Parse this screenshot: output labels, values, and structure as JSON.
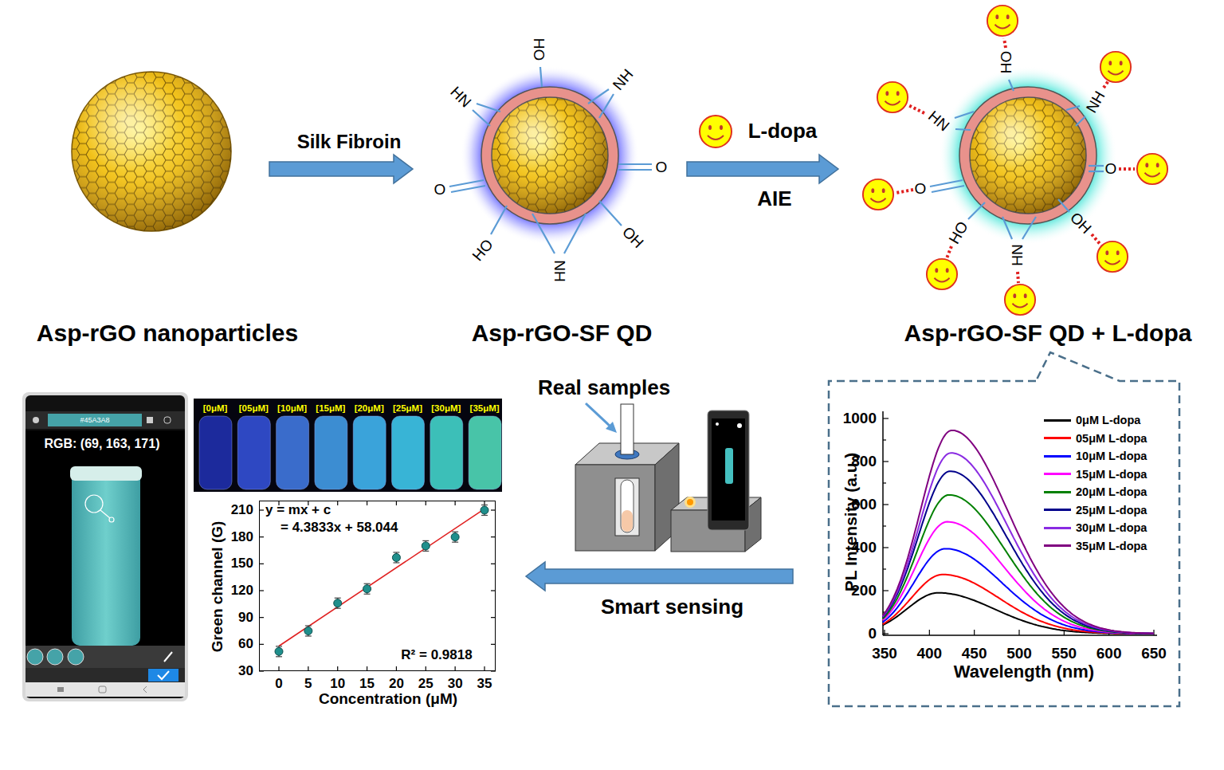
{
  "diagram": {
    "nodes": [
      {
        "text": [
          "Asp-rGO nanoparticles"
        ]
      },
      {
        "text": [
          "Asp-rGO-SF QD"
        ]
      },
      {
        "text": [
          "Asp-rGO-SF QD + L-dopa"
        ]
      },
      {
        "text": [
          "PL Intensity (a.u.)",
          "Wavelength (nm)"
        ]
      },
      {
        "text": [
          "Green channel (G)",
          "Concentration (μM)"
        ]
      }
    ],
    "edges": [
      {
        "from": 0,
        "to": 1,
        "label": "Silk Fibroin",
        "arrow": "to"
      },
      {
        "from": 1,
        "to": 2,
        "label": "AIE",
        "arrow": "to"
      },
      {
        "from": 3,
        "to": 4,
        "label": "Smart sensing",
        "arrow": "to"
      }
    ],
    "labels": [
      "L-dopa",
      "OH",
      "NH",
      "HN",
      "O",
      "O",
      "OH",
      "HO",
      "NH",
      "OH",
      "HN",
      "NH",
      "O",
      "O",
      "OH",
      "HO",
      "NH",
      "Real samples",
      "#45A3A8",
      "RGB: (69, 163, 171)",
      "[0μM]",
      "[05μM]",
      "[10μM]",
      "[15μM]",
      "[20μM]",
      "[25μM]",
      "[30μM]",
      "[35μM]",
      "y = mx + c",
      "= 4.3833x + 58.044",
      "R² = 0.9818",
      "210",
      "180",
      "150",
      "120",
      "90",
      "60",
      "30",
      "0",
      "5",
      "10",
      "15",
      "20",
      "25",
      "30",
      "35",
      "1000",
      "800",
      "600",
      "400",
      "200",
      "0",
      "350",
      "400",
      "450",
      "500",
      "550",
      "600",
      "650"
    ],
    "legend": [
      {
        "text": "0μM L-dopa",
        "color": "#000000"
      },
      {
        "text": "05μM L-dopa",
        "color": "#ff0000"
      },
      {
        "text": "10μM L-dopa",
        "color": "#0000ff"
      },
      {
        "text": "15μM L-dopa",
        "color": "#ff00ff"
      },
      {
        "text": "20μM L-dopa",
        "color": "#008000"
      },
      {
        "text": "25μM L-dopa",
        "color": "#00008b"
      },
      {
        "text": "30μM L-dopa",
        "color": "#8a2be2"
      },
      {
        "text": "35μM L-dopa",
        "color": "#800080"
      }
    ]
  }
}
